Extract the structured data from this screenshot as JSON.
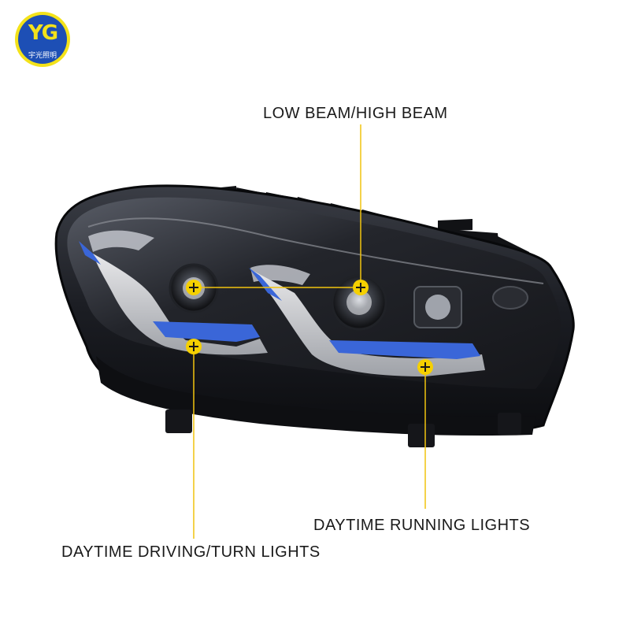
{
  "logo": {
    "mark": "YG",
    "text": "宇光照明",
    "ring_color": "#f3e21a",
    "fill_color": "#1d4fb5"
  },
  "callouts": {
    "low_high_beam": "LOW BEAM/HIGH BEAM",
    "daytime_running": "DAYTIME RUNNING LIGHTS",
    "daytime_driving_turn": "DAYTIME DRIVING/TURN LIGHTS"
  },
  "colors": {
    "callout_line": "#f1c40f",
    "marker": "#f5d000",
    "accent_blue": "#3a66d8",
    "housing": "#1a1c22"
  },
  "icons": {
    "marker": "crosshair-plus-icon"
  }
}
